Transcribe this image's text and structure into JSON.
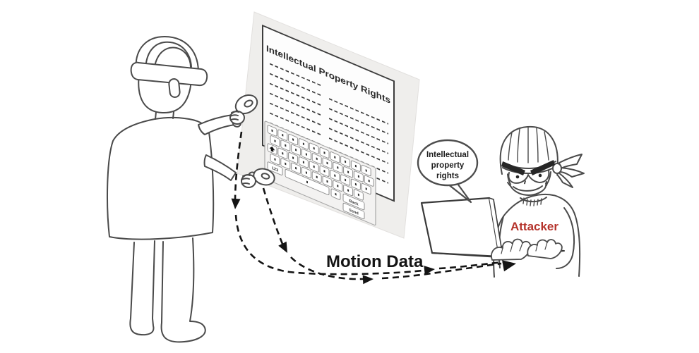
{
  "scene": {
    "virtual_screen": {
      "title": "Intellectual Property Rights",
      "placeholder_lines": {
        "left_column": 8,
        "right_column": 7
      },
      "keyboard": {
        "letter_rows": [
          10,
          10,
          9,
          9
        ],
        "num_key": "123",
        "back_key": "Back",
        "send_key": "Send",
        "shift_icon": "shift-arrow-icon"
      }
    },
    "motion_label": "Motion Data",
    "speech_bubble": {
      "line1": "Intellectual",
      "line2": "property",
      "line3": "rights"
    },
    "attacker": {
      "label": "Attacker",
      "label_color": "#b5332b"
    },
    "colors": {
      "sketch_line": "#4a4a4a",
      "panel_bg": "#efeeec",
      "panel_border": "#3d3d3d",
      "arrow": "#141414",
      "text_dark": "#1d1d1d"
    }
  }
}
